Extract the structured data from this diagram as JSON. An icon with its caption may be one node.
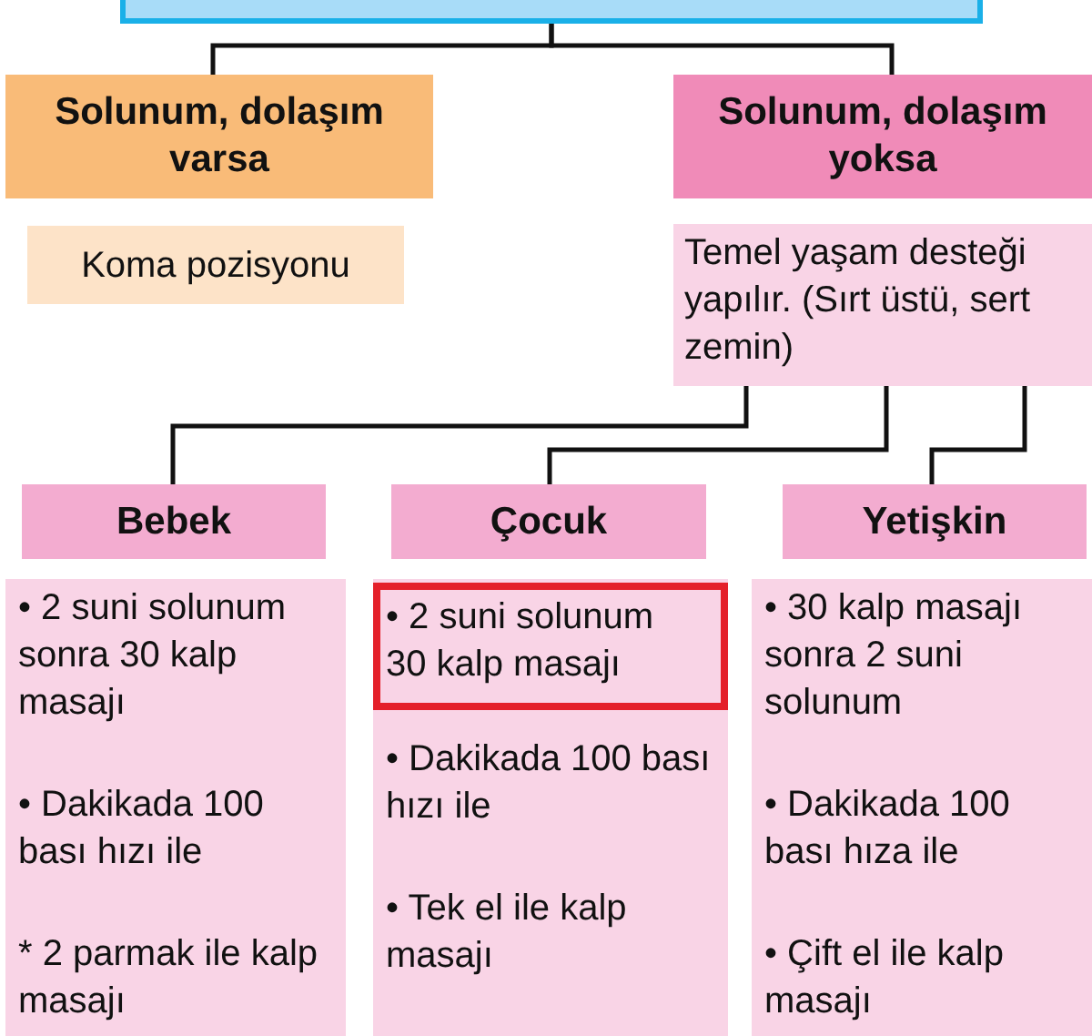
{
  "diagram": {
    "nodes": [
      {
        "text": [],
        "shape": "box"
      },
      {
        "text": [
          "Solunum, dolaşım varsa"
        ]
      },
      {
        "text": [
          "Solunum, dolaşım yoksa"
        ]
      },
      {
        "text": [
          "Koma pozisyonu"
        ]
      },
      {
        "text": [
          "Temel yaşam desteği yapılır. (Sırt üstü, sert zemin)"
        ]
      },
      {
        "text": [
          "Bebek"
        ]
      },
      {
        "text": [
          "Çocuk"
        ]
      },
      {
        "text": [
          "Yetişkin"
        ]
      },
      {
        "text": [
          "• 2 suni solunum sonra 30 kalp masajı",
          "• Dakikada 100 bası hızı ile",
          "* 2 parmak ile kalp masajı"
        ]
      },
      {
        "text": [
          "• Dakikada 100 bası hızı ile",
          "• Tek el ile kalp masajı"
        ]
      },
      {
        "text": [
          "• 2 suni solunum 30 kalp masajı"
        ],
        "in": 9
      },
      {
        "text": [
          "• 30 kalp masajı sonra 2 suni solunum",
          "• Dakikada 100 bası hıza ile",
          "• Çift el ile kalp masajı"
        ]
      }
    ],
    "edges": [
      {
        "from": 0,
        "to": 1,
        "arrow": "none"
      },
      {
        "from": 0,
        "to": 2,
        "arrow": "none"
      },
      {
        "from": 4,
        "to": 5,
        "arrow": "none"
      },
      {
        "from": 4,
        "to": 6,
        "arrow": "none"
      },
      {
        "from": 4,
        "to": 7,
        "arrow": "none"
      }
    ]
  }
}
